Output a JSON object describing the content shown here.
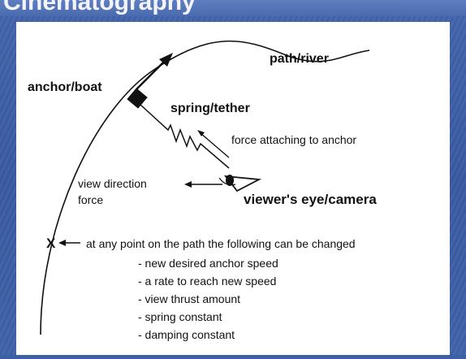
{
  "slide": {
    "title_fragment": "Cinematography"
  },
  "diagram": {
    "labels": {
      "path": "path/river",
      "anchor": "anchor/boat",
      "spring": "spring/tether",
      "force_anchor": "force attaching to anchor",
      "view_direction_line1": "view direction",
      "view_direction_line2": "force",
      "camera": "viewer's eye/camera",
      "x_marker": "X",
      "change_intro": "at any point on the path the following can be changed"
    },
    "change_items": [
      "- new desired anchor speed",
      "- a rate to reach new speed",
      "- view thrust amount",
      "- spring constant",
      "- damping constant"
    ],
    "colors": {
      "slide_background": "#3d5fa8",
      "figure_background": "#ffffff",
      "ink": "#111111"
    }
  }
}
